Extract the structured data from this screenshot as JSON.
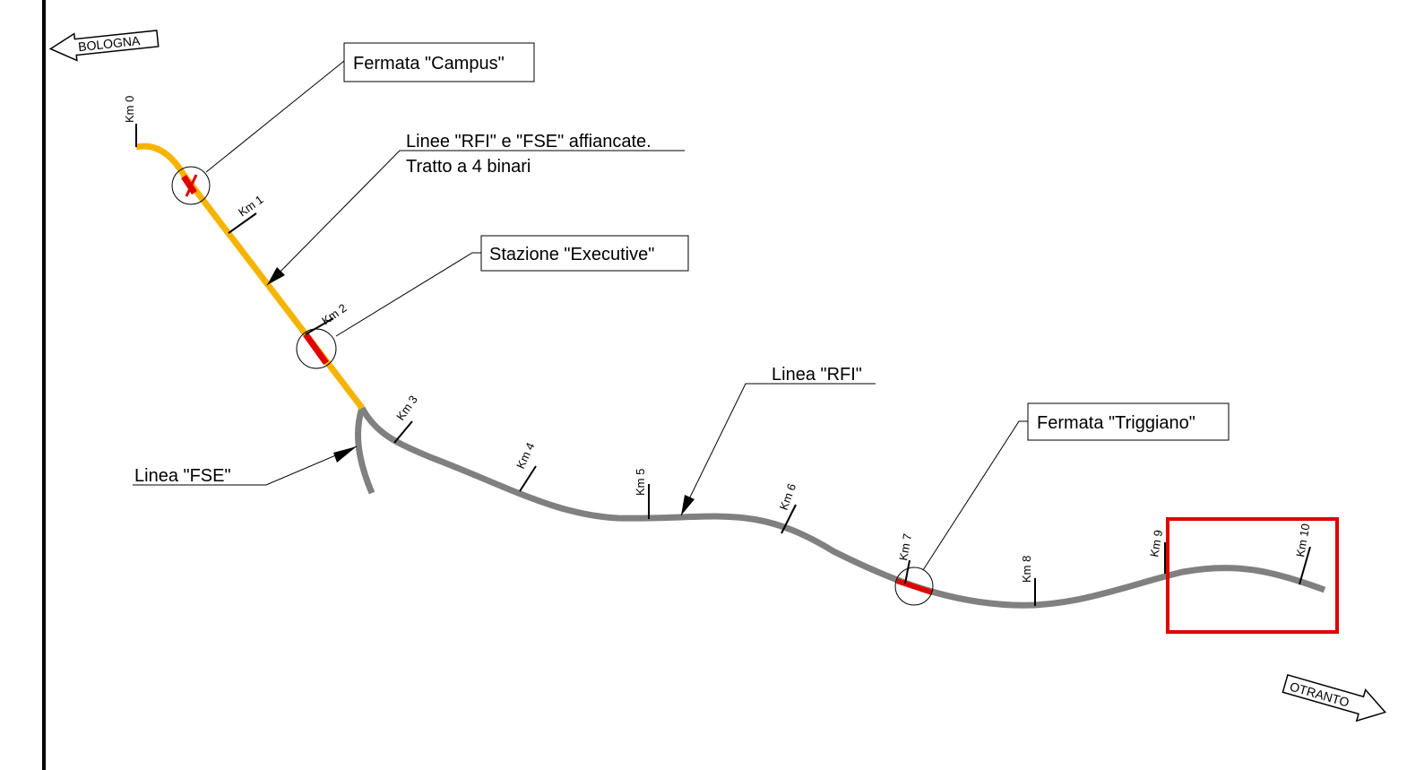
{
  "directions": {
    "north": "BOLOGNA",
    "south": "OTRANTO"
  },
  "callouts": {
    "campus": "Fermata \"Campus\"",
    "rfi_fse_line1": "Linee \"RFI\" e \"FSE\" affiancate.",
    "rfi_fse_line2": "Tratto a 4 binari",
    "executive": "Stazione \"Executive\"",
    "rfi": "Linea \"RFI\"",
    "triggiano": "Fermata \"Triggiano\"",
    "fse": "Linea \"FSE\""
  },
  "km_markers": [
    "Km 0",
    "Km 1",
    "Km 2",
    "Km 3",
    "Km 4",
    "Km 5",
    "Km 6",
    "Km 7",
    "Km 8",
    "Km 9",
    "Km 10"
  ],
  "colors": {
    "four_track_section": "#f5b400",
    "rfi_track": "#808080",
    "station": "#e00000",
    "highlight_box": "#e00000"
  }
}
